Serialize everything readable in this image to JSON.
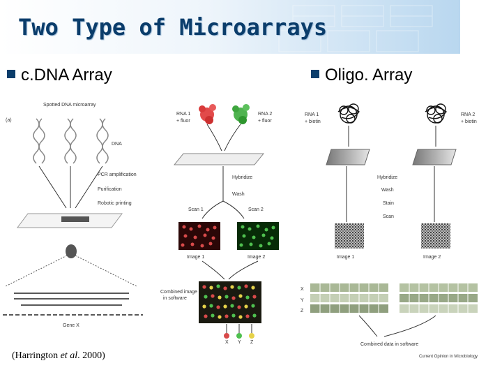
{
  "title": "Two Type of Microarrays",
  "bullets": {
    "left": "c.DNA Array",
    "right": "Oligo. Array"
  },
  "colors": {
    "title": "#0b3d6b",
    "bullet": "#0b3d6b",
    "header_right": "#b9d7ef"
  },
  "icons": {
    "bullet": "square-bullet-icon"
  },
  "cdna_figure": {
    "panel_label": "(a)",
    "spotted_title": "Spotted DNA microarray",
    "dna_label": "DNA",
    "steps": [
      "PCR amplification",
      "Purification",
      "Robotic printing"
    ],
    "gene_label": "Gene X",
    "rna1": "RNA 1",
    "rna2": "RNA 2",
    "fluor": "+ fluor",
    "hybridize": "Hybridize",
    "wash": "Wash",
    "scan1": "Scan 1",
    "scan2": "Scan 2",
    "image1": "Image 1",
    "image2": "Image 2",
    "combined_line1": "Combined image",
    "combined_line2": "in software",
    "dots": [
      "X",
      "Y",
      "Z"
    ]
  },
  "oligo_figure": {
    "rna1": "RNA 1",
    "rna2": "RNA 2",
    "biotin": "+ biotin",
    "steps": [
      "Hybridize",
      "Wash",
      "Stain",
      "Scan"
    ],
    "image1": "Image 1",
    "image2": "Image 2",
    "rows": [
      "X",
      "Y",
      "Z"
    ],
    "combined": "Combined data in software",
    "journal": "Current Opinion in Microbiology"
  },
  "credit": {
    "authors": "(Harrington",
    "etal": "et al",
    "year": ". 2000)"
  }
}
